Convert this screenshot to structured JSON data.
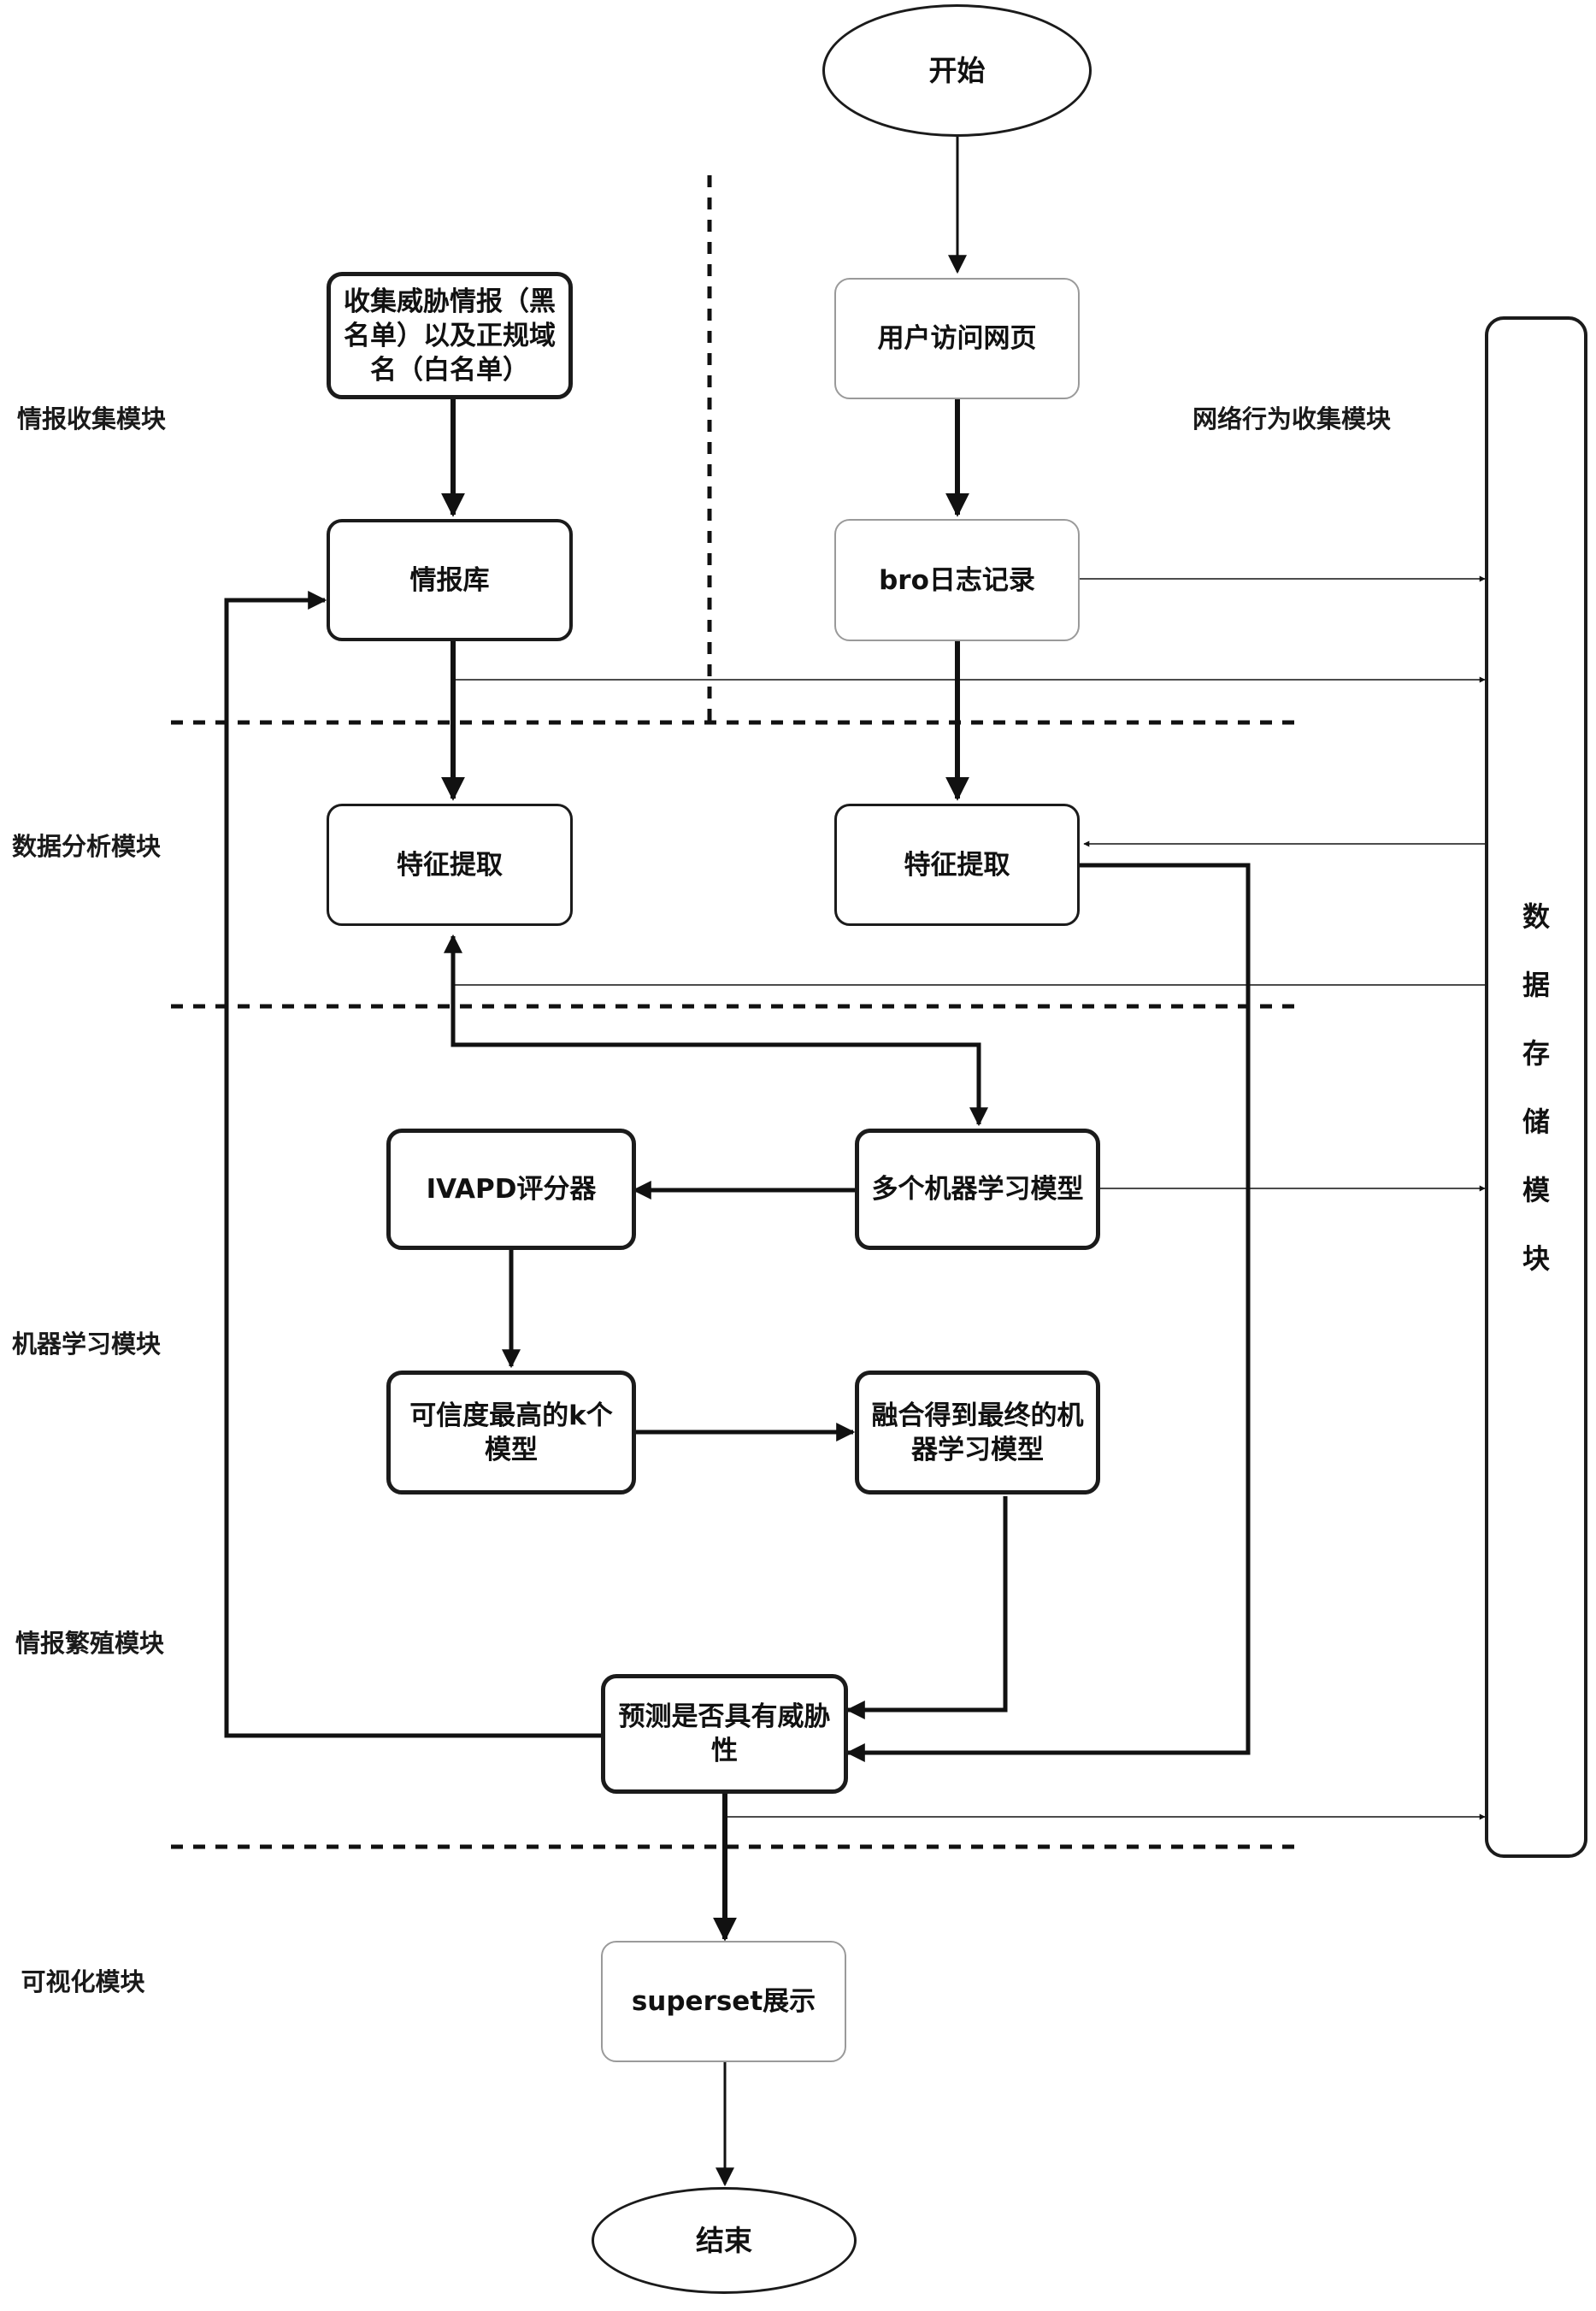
{
  "nodes": {
    "start": "开始",
    "collect_intel": "收集威胁情报（黑名单）以及正规域名（白名单）",
    "intel_db": "情报库",
    "feature_left": "特征提取",
    "user_visit": "用户访问网页",
    "bro_log": "bro日志记录",
    "feature_right": "特征提取",
    "ivapd": "IVAPD评分器",
    "multi_ml": "多个机器学习模型",
    "topk": "可信度最高的k个模型",
    "fusion": "融合得到最终的机器学习模型",
    "predict": "预测是否具有威胁性",
    "superset": "superset展示",
    "end": "结束",
    "storage_chars": [
      "数",
      "据",
      "存",
      "储",
      "模",
      "块"
    ]
  },
  "modules": {
    "intel_collect": "情报收集模块",
    "net_behavior": "网络行为收集模块",
    "data_analysis": "数据分析模块",
    "ml": "机器学习模块",
    "intel_breed": "情报繁殖模块",
    "viz": "可视化模块"
  }
}
